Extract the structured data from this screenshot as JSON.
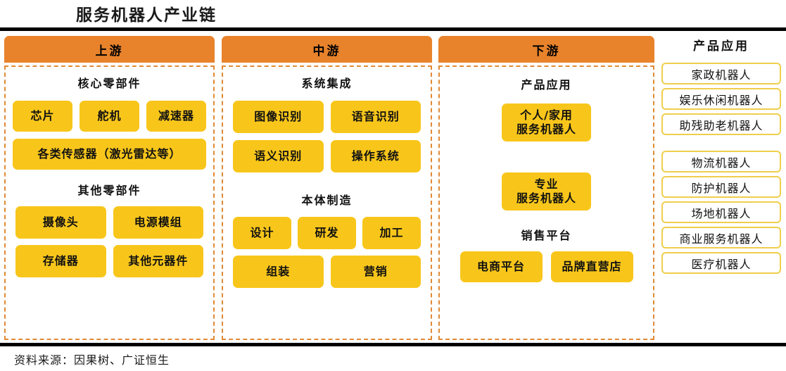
{
  "title": "服务机器人产业链",
  "footer": "资料来源：因果树、广证恒生",
  "colors": {
    "header_orange": "#E8832C",
    "box_yellow": "#F8C61B",
    "dashed_border": "#E08A36",
    "app_border": "#EFCE4C"
  },
  "columns": [
    {
      "header": "上游",
      "groups": [
        {
          "title": "核心零部件",
          "rows": [
            [
              "芯片",
              "舵机",
              "减速器"
            ],
            [
              "各类传感器（激光雷达等）"
            ]
          ]
        },
        {
          "title": "其他零部件",
          "rows": [
            [
              "摄像头",
              "电源模组"
            ],
            [
              "存储器",
              "其他元器件"
            ]
          ]
        }
      ]
    },
    {
      "header": "中游",
      "groups": [
        {
          "title": "系统集成",
          "rows": [
            [
              "图像识别",
              "语音识别"
            ],
            [
              "语义识别",
              "操作系统"
            ]
          ]
        },
        {
          "title": "本体制造",
          "rows": [
            [
              "设计",
              "研发",
              "加工"
            ],
            [
              "组装",
              "营销"
            ]
          ]
        }
      ]
    },
    {
      "header": "下游",
      "groups": [
        {
          "title": "产品应用",
          "rows": [
            [
              "个人/家用\n服务机器人"
            ],
            [
              "专业\n服务机器人"
            ]
          ]
        },
        {
          "title": "销售平台",
          "rows": [
            [
              "电商平台",
              "品牌直营店"
            ]
          ]
        }
      ]
    }
  ],
  "applications": {
    "title": "产品应用",
    "items": [
      "家政机器人",
      "娱乐休闲机器人",
      "助残助老机器人",
      "物流机器人",
      "防护机器人",
      "场地机器人",
      "商业服务机器人",
      "医疗机器人"
    ]
  }
}
